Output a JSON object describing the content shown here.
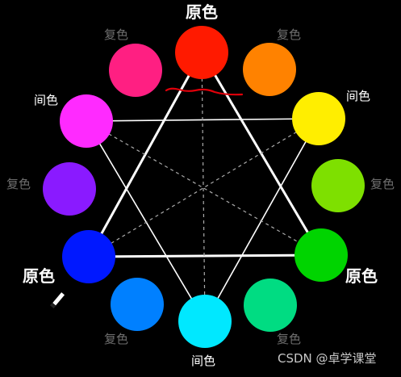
{
  "labels": {
    "primary": "原色",
    "secondary": "间色",
    "tertiary": "复色"
  },
  "watermark": "CSDN @卓学课堂",
  "colors": {
    "red": "#ff1a00",
    "orange": "#ff8200",
    "yellow": "#ffee00",
    "yellow_green": "#7ee000",
    "green": "#00d400",
    "spring_green": "#00dc82",
    "cyan": "#00e8ff",
    "azure": "#0080ff",
    "blue": "#0018ff",
    "violet": "#8a1aff",
    "magenta": "#ff2aff",
    "rose": "#ff1f82",
    "annotation_underline": "#e0000a"
  },
  "icons": {
    "cursor": "pen-cursor-icon"
  }
}
